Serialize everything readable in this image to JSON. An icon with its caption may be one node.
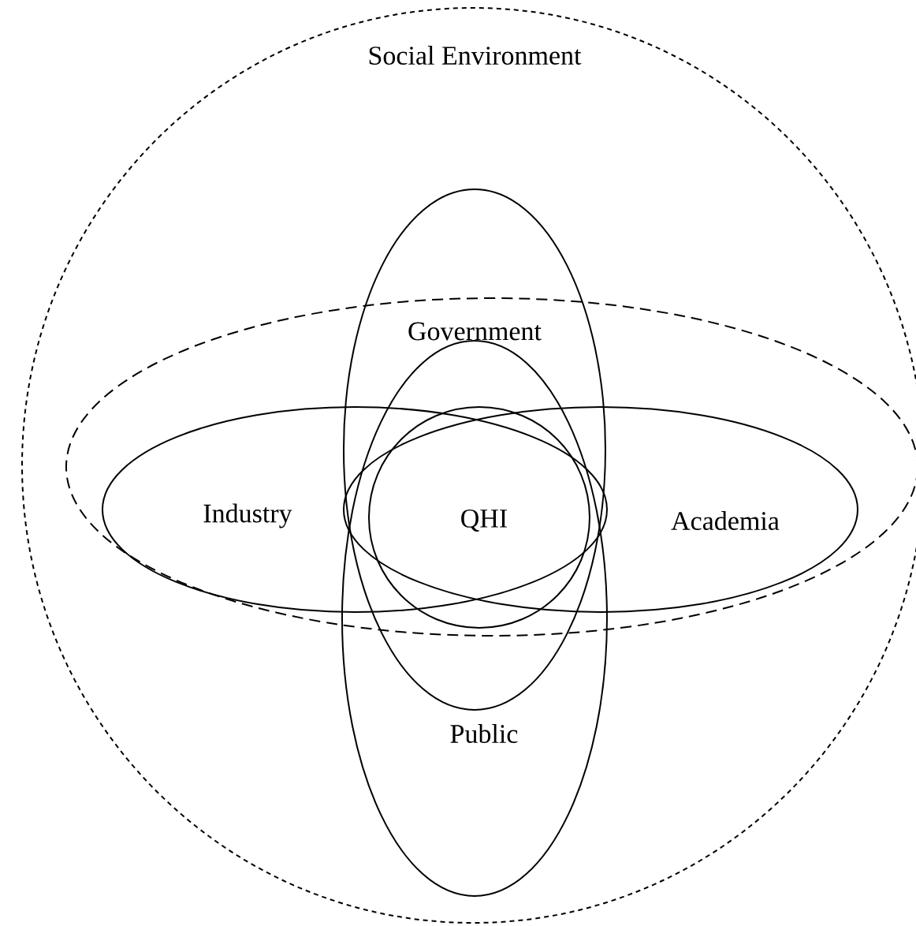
{
  "diagram": {
    "nodes": [
      {
        "text": [
          "Social Environment"
        ]
      },
      {
        "text": [],
        "shape": "ellipse",
        "in": 0
      },
      {
        "text": [
          "Government"
        ],
        "in": 0
      },
      {
        "text": [
          "Industry"
        ],
        "in": 1
      },
      {
        "text": [
          "Academia"
        ],
        "in": 1
      },
      {
        "text": [
          "Public"
        ],
        "in": 0
      },
      {
        "text": [
          "QHI"
        ]
      }
    ]
  }
}
